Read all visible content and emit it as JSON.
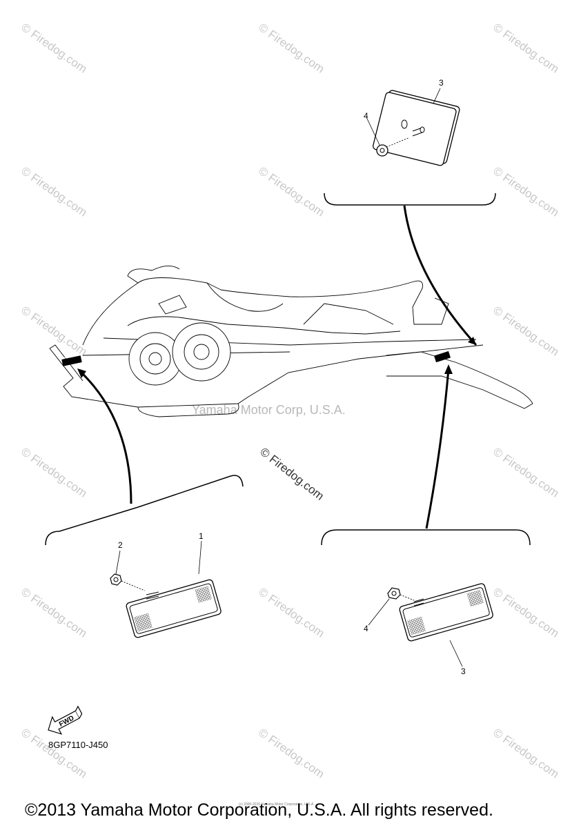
{
  "watermark": "© Firedog.com",
  "center_watermark": "© Firedog.com",
  "manufacturer_watermark": "Yamaha Motor Corp, U.S.A.",
  "callouts": {
    "top_plate": "3",
    "top_nut": "4",
    "left_reflector": "1",
    "left_nut": "2",
    "right_nut": "4",
    "right_reflector": "3"
  },
  "fwd_label": "FWD",
  "part_code": "8GP7110-J450",
  "tiny_credit": "(c) 2000-2015 Yamaha Motor Corporation, U.S.A.",
  "copyright": "©2013 Yamaha Motor Corporation, U.S.A. All rights reserved."
}
